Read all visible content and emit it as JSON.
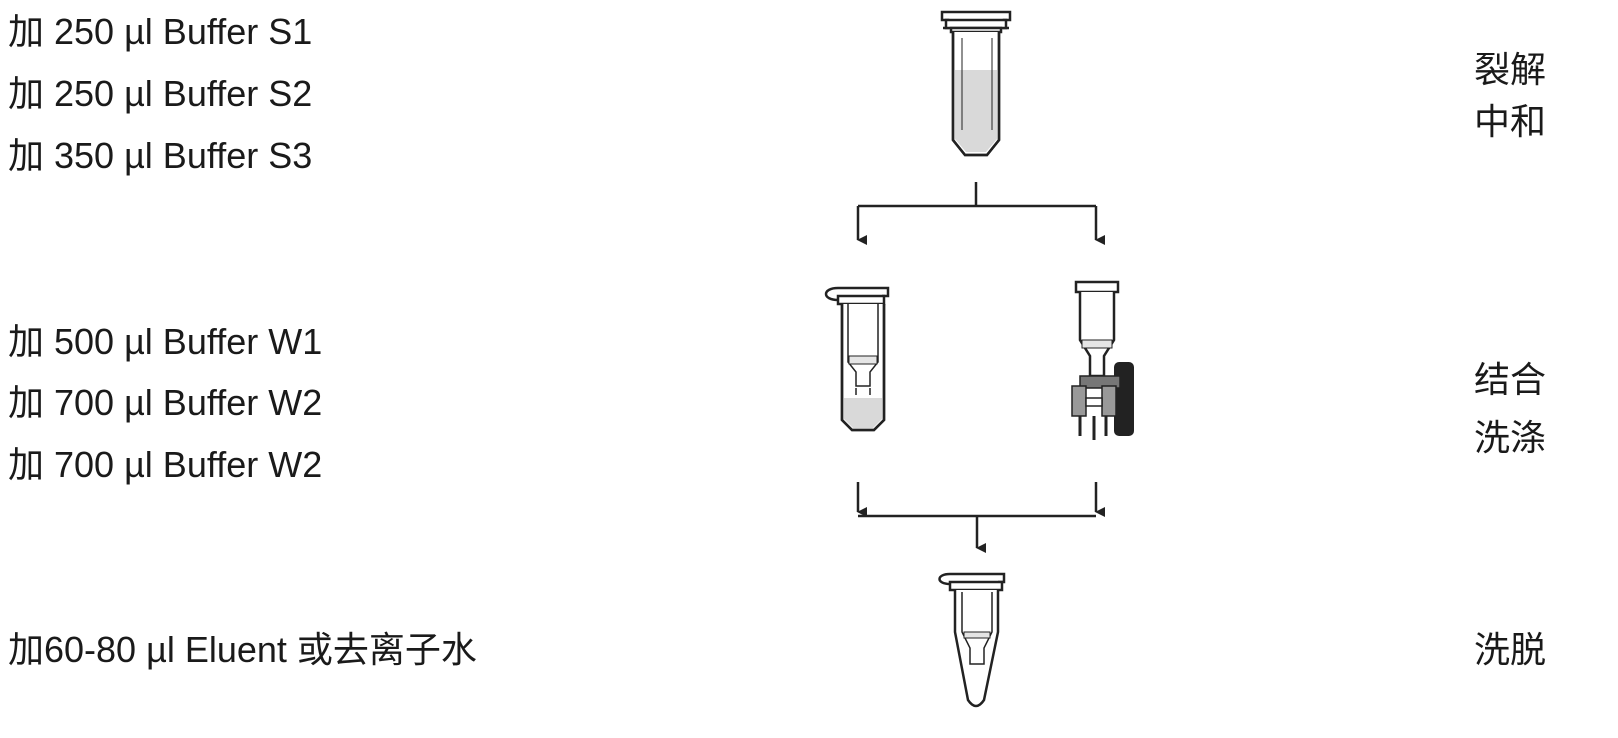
{
  "steps": {
    "lysis": [
      "加 250 µl Buffer S1",
      "加 250 µl Buffer S2",
      "加 350 µl Buffer S3"
    ],
    "wash": [
      "加 500 µl Buffer W1",
      "加 700 µl Buffer W2",
      "加 700 µl Buffer W2"
    ],
    "elution": [
      "加60-80 µl Eluent  或去离子水"
    ]
  },
  "phases": {
    "lysis_1": "裂解",
    "lysis_2": "中和",
    "bind_1": "结合",
    "bind_2": "洗涤",
    "elute": "洗脱"
  },
  "colors": {
    "line": "#222222",
    "liquid": "#d9d9d9",
    "tube_fill": "#ffffff",
    "manifold_dark": "#222222",
    "manifold_gray": "#777777"
  }
}
